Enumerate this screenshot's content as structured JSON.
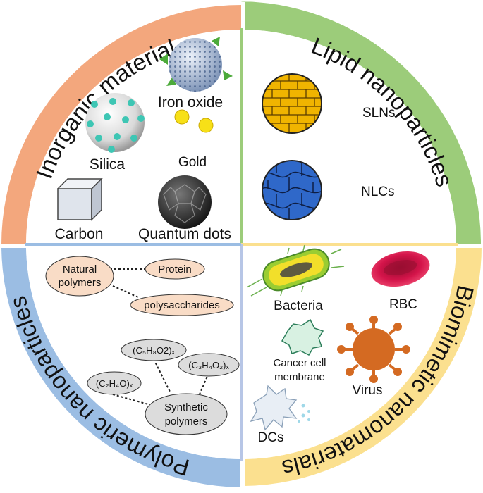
{
  "quadrants": {
    "inorganic": {
      "title": "Inorganic material",
      "color": "#f3a77d",
      "items": {
        "iron_oxide": "Iron oxide",
        "silica": "Silica",
        "gold": "Gold",
        "carbon": "Carbon",
        "quantum_dots": "Quantum dots"
      }
    },
    "lipid": {
      "title": "Lipid nanoparticles",
      "color": "#9ccc7a",
      "items": {
        "slns": "SLNs",
        "nlcs": "NLCs"
      }
    },
    "polymeric": {
      "title": "Polymeric nanoparticles",
      "color": "#9bbde3",
      "items": {
        "natural_polymers_line1": "Natural",
        "natural_polymers_line2": "polymers",
        "protein": "Protein",
        "polysaccharides": "polysaccharides",
        "c5h8o2": "(C₅H₈O2)ₓ",
        "c3h4o2": "(C₃H₄O₂)ₓ",
        "c2h4o": "(C₂H₄O)ₓ",
        "synthetic_line1": "Synthetic",
        "synthetic_line2": "polymers"
      }
    },
    "biomimetic": {
      "title": "Biomimetic nanomaterials",
      "color": "#fbe08f",
      "items": {
        "bacteria": "Bacteria",
        "rbc": "RBC",
        "cancer_line1": "Cancer cell",
        "cancer_line2": "membrane",
        "virus": "Virus",
        "dcs": "DCs"
      }
    }
  },
  "colors": {
    "gold_dot": "#f7e017",
    "lipid_sln": "#f0b400",
    "lipid_nlc": "#2f68c9",
    "rbc": "#d4144a",
    "virus": "#d46a22",
    "pill_natural": "#f9dcc6",
    "pill_synthetic": "#dcdcdc"
  }
}
